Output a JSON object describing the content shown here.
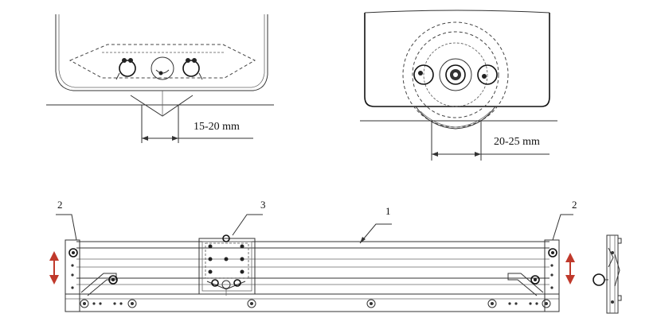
{
  "dimensions": {
    "left_view": "15-20 mm",
    "right_view": "20-25 mm"
  },
  "callouts": {
    "rail": "1",
    "end_left": "2",
    "end_right": "2",
    "carriage": "3"
  },
  "colors": {
    "line": "#333333",
    "arrow": "#c0392b"
  },
  "icons": {
    "adjust_left": "up-down-arrow-icon",
    "adjust_right": "up-down-arrow-icon"
  }
}
